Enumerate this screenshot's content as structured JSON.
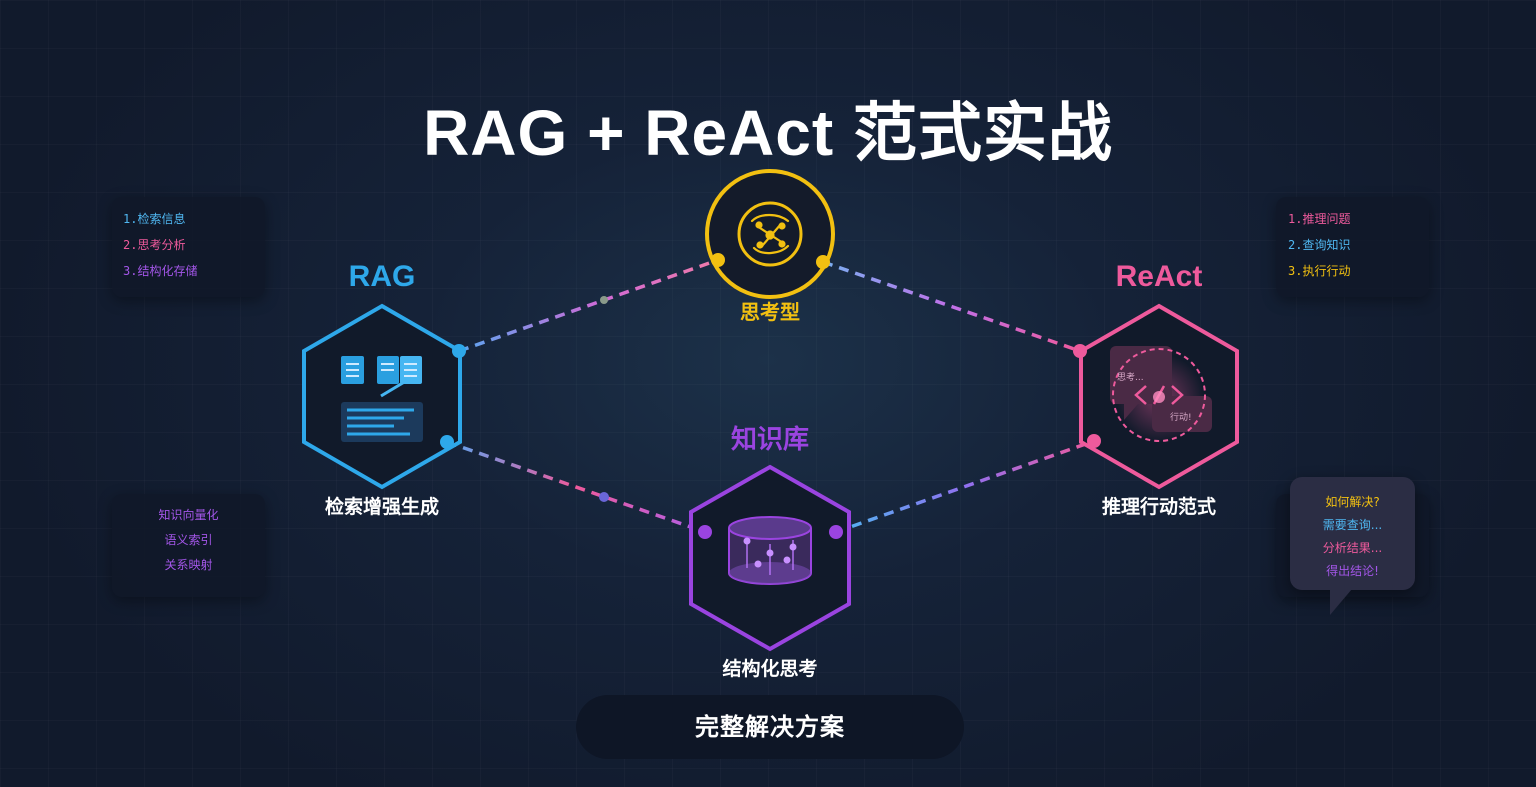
{
  "title": "RAG + ReAct 范式实战",
  "nodes": {
    "thinking": {
      "label": "思考型",
      "color": "#f2c011"
    },
    "rag": {
      "heading": "RAG",
      "caption": "检索增强生成",
      "color": "#2ea8ea"
    },
    "react": {
      "heading": "ReAct",
      "caption": "推理行动范式",
      "color": "#ee5a9c",
      "think_text": "思考...",
      "act_text": "行动!"
    },
    "knowledge": {
      "heading": "知识库",
      "caption": "结构化思考",
      "color": "#9a44e0"
    }
  },
  "rag_steps": [
    {
      "text": "1.检索信息",
      "color": "#4fb6f0"
    },
    {
      "text": "2.思考分析",
      "color": "#ee5a9c"
    },
    {
      "text": "3.结构化存储",
      "color": "#a356e8"
    }
  ],
  "react_steps": [
    {
      "text": "1.推理问题",
      "color": "#ee5a9c"
    },
    {
      "text": "2.查询知识",
      "color": "#4fb6f0"
    },
    {
      "text": "3.执行行动",
      "color": "#f2c011"
    }
  ],
  "knowledge_features": [
    {
      "text": "知识向量化",
      "color": "#a356e8"
    },
    {
      "text": "语义索引",
      "color": "#a356e8"
    },
    {
      "text": "关系映射",
      "color": "#a356e8"
    }
  ],
  "dialog_bubble": [
    {
      "text": "如何解决?",
      "color": "#f2c011"
    },
    {
      "text": "需要查询...",
      "color": "#4fb6f0"
    },
    {
      "text": "分析结果...",
      "color": "#ee5a9c"
    },
    {
      "text": "得出结论!",
      "color": "#a356e8"
    }
  ],
  "solution_label": "完整解决方案"
}
